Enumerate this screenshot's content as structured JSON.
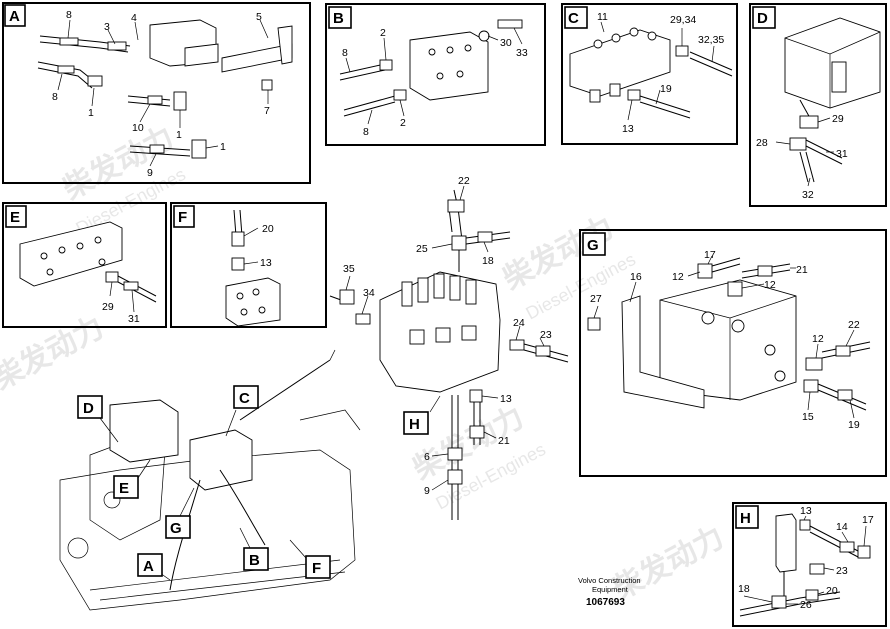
{
  "watermark": {
    "cn": "柴发动力",
    "en": "Diesel-Engines"
  },
  "panels": {
    "A": {
      "tag": "A",
      "labels": [
        "8",
        "3",
        "4",
        "5",
        "8",
        "1",
        "10",
        "1",
        "7",
        "9",
        "1"
      ]
    },
    "B": {
      "tag": "B",
      "labels": [
        "2",
        "8",
        "30",
        "33",
        "8",
        "2"
      ]
    },
    "C": {
      "tag": "C",
      "labels": [
        "11",
        "29,34",
        "32,35",
        "19",
        "13"
      ]
    },
    "D": {
      "tag": "D",
      "labels": [
        "29",
        "28",
        "31",
        "32"
      ]
    },
    "E": {
      "tag": "E",
      "labels": [
        "29",
        "31"
      ]
    },
    "F": {
      "tag": "F",
      "labels": [
        "20",
        "13"
      ]
    },
    "G": {
      "tag": "G",
      "labels": [
        "17",
        "21",
        "16",
        "12",
        "12",
        "27",
        "22",
        "12",
        "15",
        "19"
      ]
    },
    "H": {
      "tag": "H",
      "labels": [
        "13",
        "17",
        "14",
        "23",
        "18",
        "20",
        "26"
      ]
    }
  },
  "center": {
    "labels": [
      "22",
      "25",
      "18",
      "35",
      "34",
      "24",
      "23",
      "13",
      "21",
      "6",
      "9"
    ],
    "tag_h": "H"
  },
  "machine_tags": [
    "D",
    "C",
    "E",
    "G",
    "A",
    "B",
    "F"
  ],
  "footer": {
    "line1": "Volvo Construction",
    "line2": "Equipment",
    "doc_number": "1067693"
  }
}
